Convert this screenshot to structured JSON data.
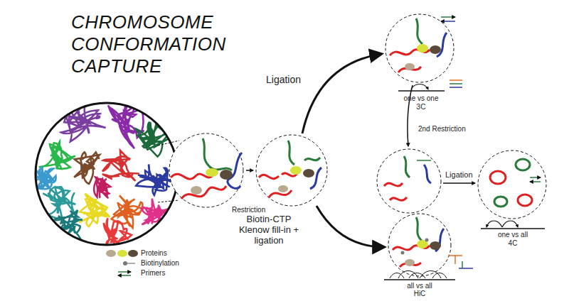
{
  "diagram": {
    "title": "CHROMOSOME CONFORMATION CAPTURE",
    "labels": [
      "Restriction",
      "Ligation",
      "one vs one",
      "3C",
      "2nd Restriction",
      "Ligation",
      "one vs all",
      "4C",
      "Biotin-CTP Klenow fill-in + ligation",
      "all vs all",
      "HiC"
    ],
    "legend": [
      {
        "text": "Proteins"
      },
      {
        "text": "Biotinylation"
      },
      {
        "text": "Primers"
      }
    ]
  }
}
